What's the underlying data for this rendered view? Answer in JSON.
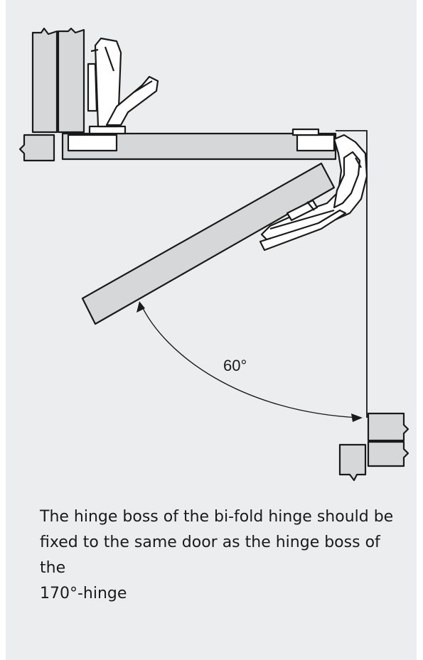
{
  "angle_label": "60°",
  "caption": {
    "line1": "The hinge boss of the bi-fold hinge should be",
    "line2": "fixed to the same door as the hinge boss of the",
    "line3": "170°-hinge"
  },
  "colors": {
    "background": "#ecedef",
    "panel_fill": "#d6d7d9",
    "stroke": "#1a1a1a",
    "hinge_fill": "#ffffff"
  }
}
